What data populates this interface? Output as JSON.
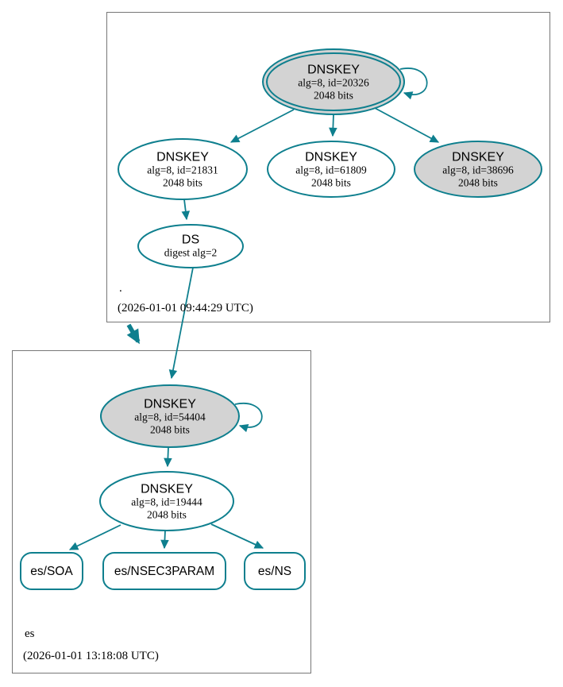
{
  "colors": {
    "edge_teal": "#0e7f8e",
    "node_gray_fill": "#d3d3d3",
    "node_white_fill": "#ffffff",
    "cluster_border": "#777777"
  },
  "zones": [
    {
      "name": ".",
      "timestamp": "(2026-01-01 09:44:29 UTC)",
      "nodes": {
        "ksk": {
          "title": "DNSKEY",
          "detail": "alg=8, id=20326",
          "bits": "2048 bits"
        },
        "zsk_a": {
          "title": "DNSKEY",
          "detail": "alg=8, id=21831",
          "bits": "2048 bits"
        },
        "zsk_b": {
          "title": "DNSKEY",
          "detail": "alg=8, id=61809",
          "bits": "2048 bits"
        },
        "key_c": {
          "title": "DNSKEY",
          "detail": "alg=8, id=38696",
          "bits": "2048 bits"
        },
        "ds": {
          "title": "DS",
          "detail": "digest alg=2"
        }
      }
    },
    {
      "name": "es",
      "timestamp": "(2026-01-01 13:18:08 UTC)",
      "nodes": {
        "ksk": {
          "title": "DNSKEY",
          "detail": "alg=8, id=54404",
          "bits": "2048 bits"
        },
        "zsk": {
          "title": "DNSKEY",
          "detail": "alg=8, id=19444",
          "bits": "2048 bits"
        }
      },
      "rrsets": [
        "es/SOA",
        "es/NSEC3PARAM",
        "es/NS"
      ]
    }
  ]
}
